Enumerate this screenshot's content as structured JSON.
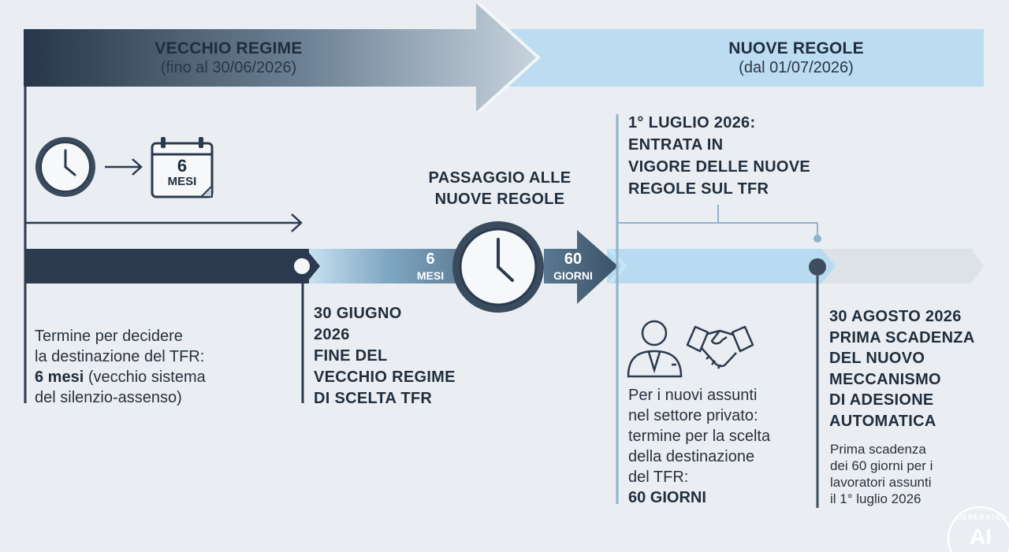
{
  "header": {
    "old_title": "VECCHIO REGIME",
    "old_sub": "(fino al 30/06/2026)",
    "new_title": "NUOVE REGOLE",
    "new_sub": "(dal 01/07/2026)"
  },
  "calendar": {
    "number": "6",
    "unit": "MESI"
  },
  "transition": {
    "title_line1": "PASSAGGIO ALLE",
    "title_line2": "NUOVE REGOLE"
  },
  "timeline": {
    "left_num": "6",
    "left_unit": "MESI",
    "right_num": "60",
    "right_unit": "GIORNI"
  },
  "old_rule": {
    "line1": "Termine per decidere",
    "line2": "la destinazione del TFR:",
    "line3_bold": "6 mesi",
    "line3_rest": " (vecchio sistema",
    "line4": "del silenzio-assenso)"
  },
  "june_event": {
    "line1": "30 GIUGNO",
    "line2": "2026",
    "line3": "FINE DEL",
    "line4": "VECCHIO REGIME",
    "line5": "DI SCELTA TFR"
  },
  "july_event": {
    "line1": "1° LUGLIO 2026:",
    "line2": "ENTRATA IN",
    "line3": "VIGORE DELLE NUOVE",
    "line4": "REGOLE SUL TFR"
  },
  "new_hires": {
    "line1": "Per i nuovi assunti",
    "line2": "nel settore privato:",
    "line3": "termine per la scelta",
    "line4": "della destinazione",
    "line5": "del TFR:",
    "line6_bold": "60 GIORNI"
  },
  "august_event": {
    "line1": "30 AGOSTO 2026",
    "line2": "PRIMA SCADENZA",
    "line3": "DEL NUOVO",
    "line4": "MECCANISMO",
    "line5": "DI ADESIONE",
    "line6": "AUTOMATICA"
  },
  "august_note": {
    "line1": "Prima scadenza",
    "line2": "dei 60 giorni per i",
    "line3": "lavoratori assunti",
    "line4": "il 1° luglio 2026"
  },
  "badge": {
    "top": "GENERATED",
    "main": "AI"
  },
  "colors": {
    "navy": "#2b3a4e",
    "light_blue": "#b9dcf2",
    "mid_blue": "#8fb3cc",
    "grey": "#dde2e7"
  }
}
